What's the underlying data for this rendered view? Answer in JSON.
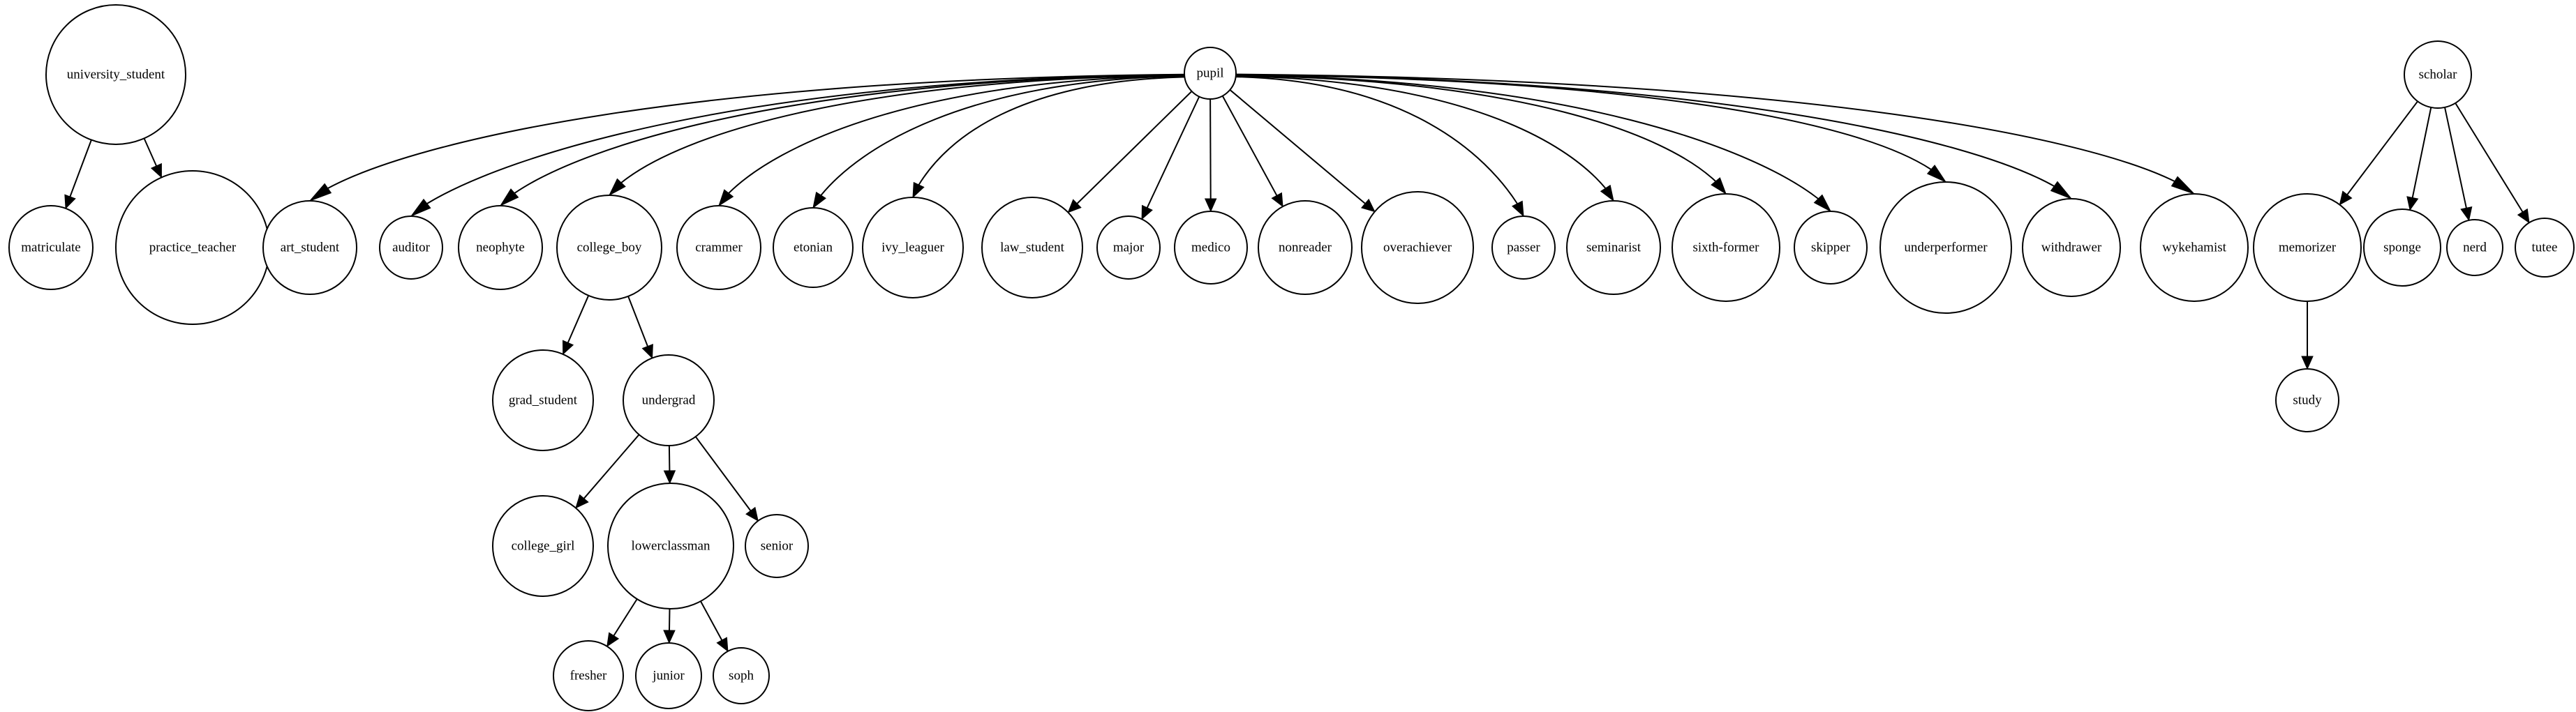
{
  "graph": {
    "nodes": [
      {
        "id": "university_student",
        "label": "university_student"
      },
      {
        "id": "matriculate",
        "label": "matriculate"
      },
      {
        "id": "practice_teacher",
        "label": "practice_teacher"
      },
      {
        "id": "pupil",
        "label": "pupil"
      },
      {
        "id": "art_student",
        "label": "art_student"
      },
      {
        "id": "auditor",
        "label": "auditor"
      },
      {
        "id": "neophyte",
        "label": "neophyte"
      },
      {
        "id": "college_boy",
        "label": "college_boy"
      },
      {
        "id": "crammer",
        "label": "crammer"
      },
      {
        "id": "etonian",
        "label": "etonian"
      },
      {
        "id": "ivy_leaguer",
        "label": "ivy_leaguer"
      },
      {
        "id": "law_student",
        "label": "law_student"
      },
      {
        "id": "major",
        "label": "major"
      },
      {
        "id": "medico",
        "label": "medico"
      },
      {
        "id": "nonreader",
        "label": "nonreader"
      },
      {
        "id": "overachiever",
        "label": "overachiever"
      },
      {
        "id": "passer",
        "label": "passer"
      },
      {
        "id": "seminarist",
        "label": "seminarist"
      },
      {
        "id": "sixth-former",
        "label": "sixth-former"
      },
      {
        "id": "skipper",
        "label": "skipper"
      },
      {
        "id": "underperformer",
        "label": "underperformer"
      },
      {
        "id": "withdrawer",
        "label": "withdrawer"
      },
      {
        "id": "wykehamist",
        "label": "wykehamist"
      },
      {
        "id": "grad_student",
        "label": "grad_student"
      },
      {
        "id": "undergrad",
        "label": "undergrad"
      },
      {
        "id": "college_girl",
        "label": "college_girl"
      },
      {
        "id": "lowerclassman",
        "label": "lowerclassman"
      },
      {
        "id": "senior",
        "label": "senior"
      },
      {
        "id": "fresher",
        "label": "fresher"
      },
      {
        "id": "junior",
        "label": "junior"
      },
      {
        "id": "soph",
        "label": "soph"
      },
      {
        "id": "scholar",
        "label": "scholar"
      },
      {
        "id": "memorizer",
        "label": "memorizer"
      },
      {
        "id": "sponge",
        "label": "sponge"
      },
      {
        "id": "nerd",
        "label": "nerd"
      },
      {
        "id": "tutee",
        "label": "tutee"
      },
      {
        "id": "study",
        "label": "study"
      }
    ],
    "edges": [
      {
        "from": "university_student",
        "to": "matriculate"
      },
      {
        "from": "university_student",
        "to": "practice_teacher"
      },
      {
        "from": "pupil",
        "to": "art_student"
      },
      {
        "from": "pupil",
        "to": "auditor"
      },
      {
        "from": "pupil",
        "to": "neophyte"
      },
      {
        "from": "pupil",
        "to": "college_boy"
      },
      {
        "from": "pupil",
        "to": "crammer"
      },
      {
        "from": "pupil",
        "to": "etonian"
      },
      {
        "from": "pupil",
        "to": "ivy_leaguer"
      },
      {
        "from": "pupil",
        "to": "law_student"
      },
      {
        "from": "pupil",
        "to": "major"
      },
      {
        "from": "pupil",
        "to": "medico"
      },
      {
        "from": "pupil",
        "to": "nonreader"
      },
      {
        "from": "pupil",
        "to": "overachiever"
      },
      {
        "from": "pupil",
        "to": "passer"
      },
      {
        "from": "pupil",
        "to": "seminarist"
      },
      {
        "from": "pupil",
        "to": "sixth-former"
      },
      {
        "from": "pupil",
        "to": "skipper"
      },
      {
        "from": "pupil",
        "to": "underperformer"
      },
      {
        "from": "pupil",
        "to": "withdrawer"
      },
      {
        "from": "pupil",
        "to": "wykehamist"
      },
      {
        "from": "college_boy",
        "to": "grad_student"
      },
      {
        "from": "college_boy",
        "to": "undergrad"
      },
      {
        "from": "undergrad",
        "to": "college_girl"
      },
      {
        "from": "undergrad",
        "to": "lowerclassman"
      },
      {
        "from": "undergrad",
        "to": "senior"
      },
      {
        "from": "lowerclassman",
        "to": "fresher"
      },
      {
        "from": "lowerclassman",
        "to": "junior"
      },
      {
        "from": "lowerclassman",
        "to": "soph"
      },
      {
        "from": "scholar",
        "to": "memorizer"
      },
      {
        "from": "scholar",
        "to": "sponge"
      },
      {
        "from": "scholar",
        "to": "nerd"
      },
      {
        "from": "scholar",
        "to": "tutee"
      },
      {
        "from": "memorizer",
        "to": "study"
      }
    ]
  }
}
